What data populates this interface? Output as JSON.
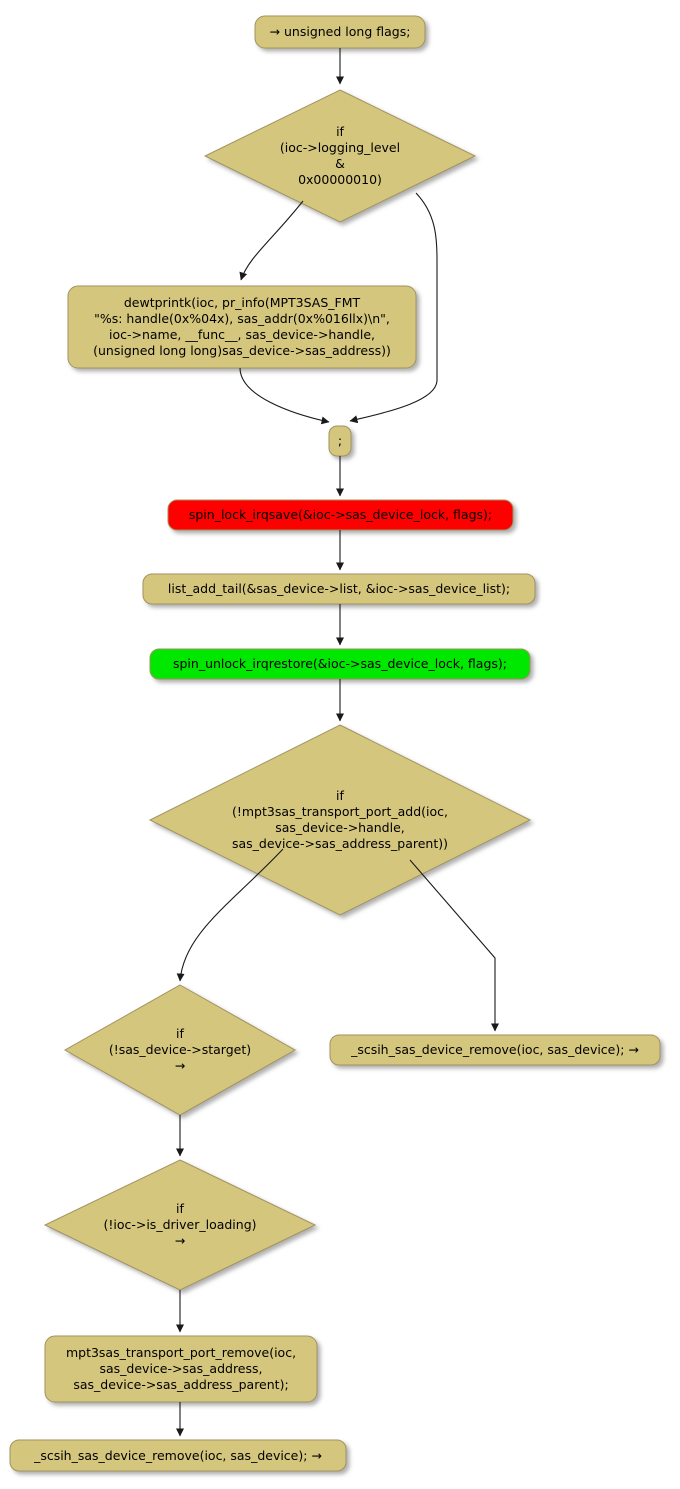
{
  "diagram": {
    "title": "activity flowchart: _scsih_sas_device_add locking and transport port add path"
  },
  "colors": {
    "background": "#FFFFFF",
    "node_fill": "#D5C67D",
    "node_border": "#A2935F",
    "lock_fill": "#FF0000",
    "unlock_fill": "#00E800",
    "arrow": "#1A1A1A",
    "text": "#000000"
  },
  "nodes": {
    "start": {
      "label": "→ unsigned long flags;"
    },
    "if_logging": {
      "label": "if\n(ioc->logging_level\n&\n0x00000010)"
    },
    "dewtprintk": {
      "label": "dewtprintk(ioc, pr_info(MPT3SAS_FMT\n\"%s: handle(0x%04x), sas_addr(0x%016llx)\\n\",\nioc->name, __func__, sas_device->handle,\n(unsigned long long)sas_device->sas_address))"
    },
    "merge": {
      "label": ";"
    },
    "spin_lock": {
      "label": "spin_lock_irqsave(&ioc->sas_device_lock, flags);"
    },
    "list_add": {
      "label": "list_add_tail(&sas_device->list, &ioc->sas_device_list);"
    },
    "spin_unlock": {
      "label": "spin_unlock_irqrestore(&ioc->sas_device_lock, flags);"
    },
    "if_port_add": {
      "label": "if\n(!mpt3sas_transport_port_add(ioc,\nsas_device->handle,\nsas_device->sas_address_parent))"
    },
    "if_starget": {
      "label": "if\n(!sas_device->starget)\n→"
    },
    "remove_right": {
      "label": "_scsih_sas_device_remove(ioc, sas_device); →"
    },
    "if_driver_loading": {
      "label": "if\n(!ioc->is_driver_loading)\n→"
    },
    "port_remove": {
      "label": "mpt3sas_transport_port_remove(ioc,\nsas_device->sas_address,\nsas_device->sas_address_parent);"
    },
    "remove_bottom": {
      "label": "_scsih_sas_device_remove(ioc, sas_device); →"
    }
  }
}
